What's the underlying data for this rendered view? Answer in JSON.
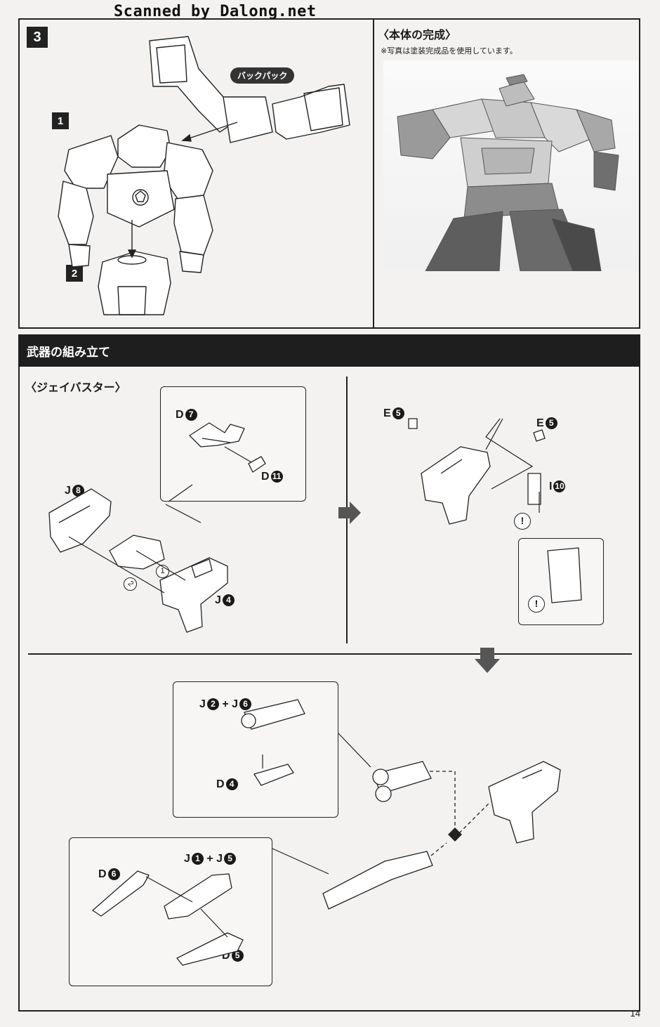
{
  "watermark": "Scanned by Dalong.net",
  "step3": {
    "number": "3",
    "sub1": "1",
    "sub2": "2",
    "backpack_label": "バックパック"
  },
  "completion": {
    "title": "〈本体の完成〉",
    "note": "※写真は塗装完成品を使用しています。"
  },
  "weapons": {
    "section_title": "武器の組み立て",
    "subtitle": "〈ジェイバスター〉",
    "parts": [
      {
        "letter": "D",
        "num": "7"
      },
      {
        "letter": "D",
        "num": "11"
      },
      {
        "letter": "J",
        "num": "8"
      },
      {
        "letter": "J",
        "num": "4"
      },
      {
        "letter": "E",
        "num": "5"
      },
      {
        "letter": "E",
        "num": "5"
      },
      {
        "letter": "I",
        "num": "10"
      },
      {
        "letter": "D",
        "num": "4"
      },
      {
        "letter": "D",
        "num": "6"
      },
      {
        "letter": "D",
        "num": "5"
      }
    ],
    "combo_a": {
      "left_letter": "J",
      "left_num": "2",
      "plus": "+",
      "right_letter": "J",
      "right_num": "6"
    },
    "combo_b": {
      "left_letter": "J",
      "left_num": "1",
      "plus": "+",
      "right_letter": "J",
      "right_num": "5"
    },
    "order_steps": [
      "1",
      "2"
    ],
    "caution": "!"
  },
  "page_number": "14",
  "colors": {
    "frame": "#222222",
    "bar": "#1e1e1e",
    "arrow": "#555555",
    "paper": "#f3f2f0"
  }
}
